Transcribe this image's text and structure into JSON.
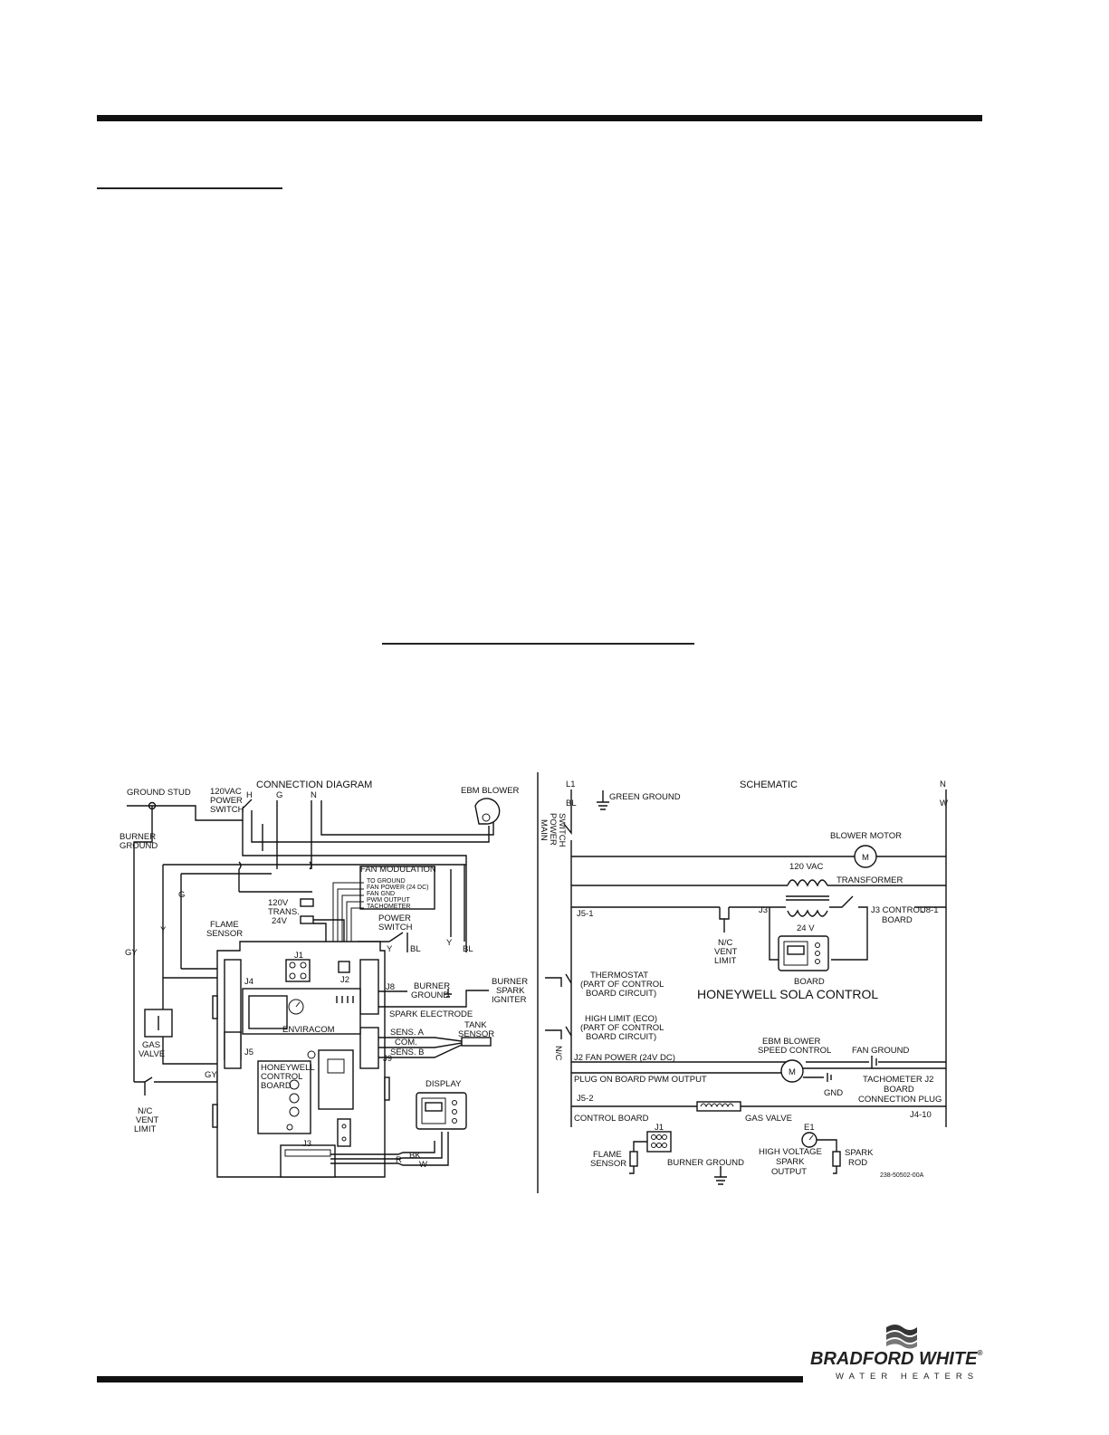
{
  "connection_diagram": {
    "title": "CONNECTION DIAGRAM",
    "labels": {
      "ground_stud": "GROUND STUD",
      "power_switch_1": "120VAC",
      "power_switch_2": "POWER",
      "power_switch_3": "SWITCH",
      "h": "H",
      "g_top": "G",
      "n_top": "N",
      "burner_ground_1": "BURNER",
      "burner_ground_2": "GROUND",
      "ebm_blower": "EBM BLOWER",
      "fan_modulation": "FAN MODULATION",
      "fan_items": [
        "TO GROUND",
        "FAN POWER (24 DC)",
        "FAN GND",
        "PWM OUTPUT",
        "TACHOMETER"
      ],
      "trans_1": "120V",
      "trans_2": "TRANS.",
      "trans_3": "24V",
      "flame_sensor_1": "FLAME",
      "flame_sensor_2": "SENSOR",
      "pswitch_1": "POWER",
      "pswitch_2": "SWITCH",
      "g_wire": "G",
      "y_wire": "Y",
      "gy_wire": "GY",
      "y_right": "Y",
      "bl_right_1": "BL",
      "y_right_2": "Y",
      "bl_right_2": "BL",
      "j1": "J1",
      "j2": "J2",
      "j4": "J4",
      "j5": "J5",
      "j8": "J8",
      "j9": "J9",
      "j3": "J3",
      "burner_ground_r_1": "BURNER",
      "burner_ground_r_2": "GROUND",
      "burner_spark_1": "BURNER",
      "burner_spark_2": "SPARK",
      "burner_spark_3": "IGNITER",
      "spark_electrode": "SPARK ELECTRODE",
      "enviracom": "ENVIRACOM",
      "gas_valve_1": "GAS",
      "gas_valve_2": "VALVE",
      "sens_a": "SENS. A",
      "com": "COM.",
      "sens_b": "SENS. B",
      "tank_sensor_1": "TANK",
      "tank_sensor_2": "SENSOR",
      "gy_bottom": "GY",
      "honeywell_1": "HONEYWELL",
      "honeywell_2": "CONTROL",
      "honeywell_3": "BOARD",
      "display": "DISPLAY",
      "vent_1": "N/C",
      "vent_2": "VENT",
      "vent_3": "LIMIT",
      "bk": "BK",
      "r": "R",
      "w": "W"
    }
  },
  "schematic": {
    "title": "SCHEMATIC",
    "labels": {
      "l1": "L1",
      "bl": "BL",
      "green_ground": "GREEN GROUND",
      "n": "N",
      "w": "W",
      "main_switch_1": "MAIN",
      "main_switch_2": "POWER",
      "main_switch_3": "SWITCH",
      "blower_motor": "BLOWER MOTOR",
      "m": "M",
      "vac": "120 VAC",
      "transformer": "TRANSFORMER",
      "j5_1": "J5-1",
      "j3": "J3",
      "j3_control_1": "J3 CONTROL",
      "j3_control_2": "BOARD",
      "j8_1": "J8-1",
      "v24": "24 V",
      "vent_1": "N/C",
      "vent_2": "VENT",
      "vent_3": "LIMIT",
      "board": "BOARD",
      "thermostat_1": "THERMOSTAT",
      "thermostat_2": "(PART OF CONTROL",
      "thermostat_3": "BOARD CIRCUIT)",
      "sola": "HONEYWELL SOLA CONTROL",
      "high_limit_1": "HIGH LIMIT (ECO)",
      "high_limit_2": "(PART OF CONTROL",
      "high_limit_3": "BOARD CIRCUIT)",
      "nc": "N/C",
      "ebm_1": "EBM BLOWER",
      "ebm_2": "SPEED CONTROL",
      "fan_ground": "FAN GROUND",
      "j2_fan": "J2 FAN POWER (24V DC)",
      "plug_pwm": "PLUG ON BOARD PWM OUTPUT",
      "gnd": "GND",
      "tach_1": "TACHOMETER J2",
      "tach_2": "BOARD",
      "tach_3": "CONNECTION PLUG",
      "j5_2": "J5-2",
      "j4_10": "J4-10",
      "control_board": "CONTROL BOARD",
      "gas_valve": "GAS VALVE",
      "j1": "J1",
      "e1": "E1",
      "flame_1": "FLAME",
      "flame_2": "SENSOR",
      "burner_ground": "BURNER GROUND",
      "hv_1": "HIGH VOLTAGE",
      "hv_2": "SPARK",
      "hv_3": "OUTPUT",
      "spark_rod_1": "SPARK",
      "spark_rod_2": "ROD",
      "part_no": "238-50502-00A"
    }
  },
  "footer": {
    "brand": "BRADFORD WHITE",
    "reg": "®",
    "tagline": "WATER HEATERS"
  }
}
